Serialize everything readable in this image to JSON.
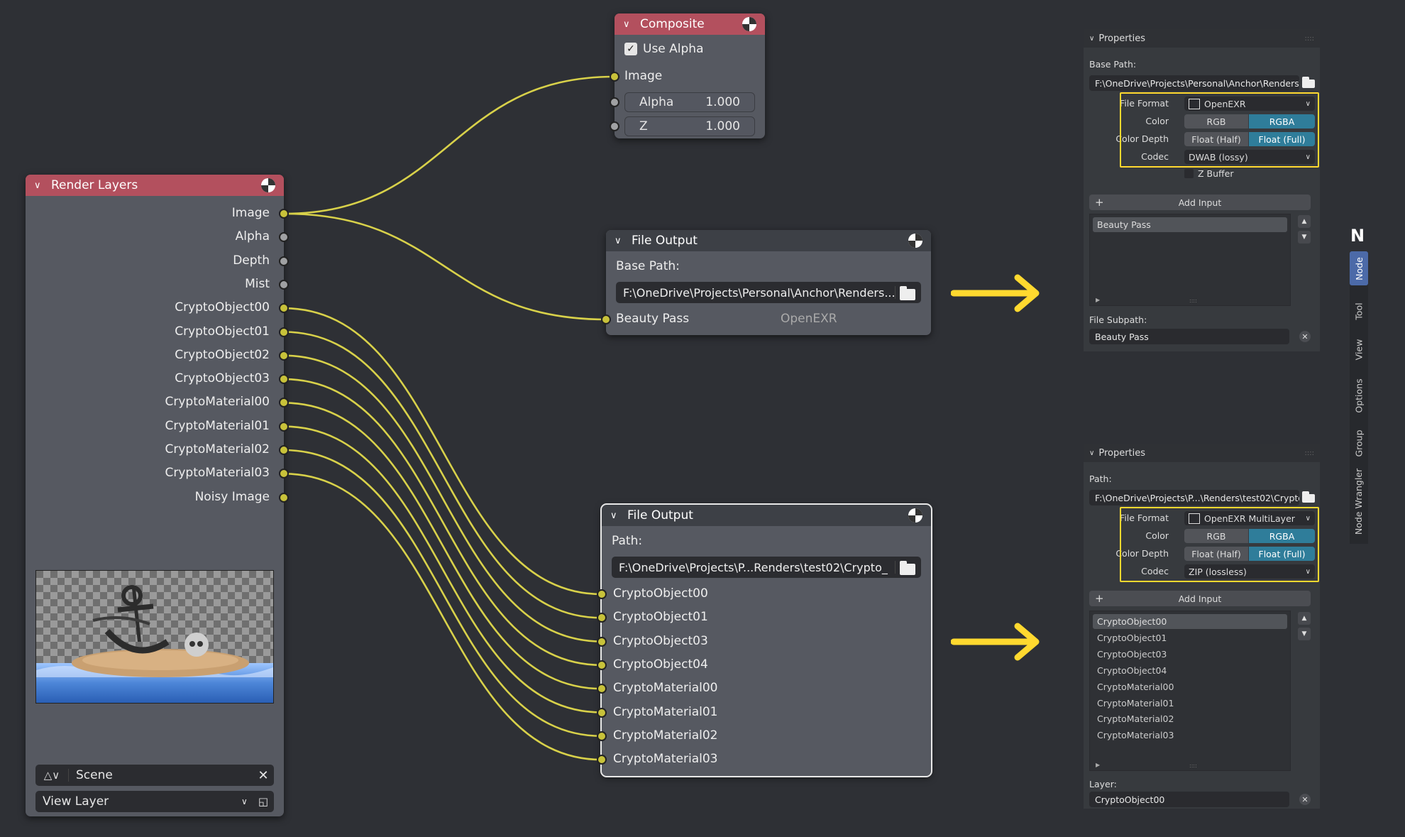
{
  "colors": {
    "node_header_output": "#b3505e",
    "socket_color": "#c8c23a",
    "socket_value": "#a0a1a3",
    "selected_toggle": "#2f7d9a",
    "highlight": "#ffd92f",
    "active_tab": "#4c6aa8",
    "background": "#2e3035"
  },
  "render_layers": {
    "title": "Render Layers",
    "outputs": [
      "Image",
      "Alpha",
      "Depth",
      "Mist",
      "CryptoObject00",
      "CryptoObject01",
      "CryptoObject02",
      "CryptoObject03",
      "CryptoMaterial00",
      "CryptoMaterial01",
      "CryptoMaterial02",
      "CryptoMaterial03",
      "Noisy Image"
    ],
    "scene": "Scene",
    "view_layer": "View Layer"
  },
  "composite": {
    "title": "Composite",
    "use_alpha": "Use Alpha",
    "image": "Image",
    "alpha_label": "Alpha",
    "alpha_value": "1.000",
    "z_label": "Z",
    "z_value": "1.000"
  },
  "file_output_1": {
    "title": "File Output",
    "path_label": "Base Path:",
    "path": "F:\\OneDrive\\Projects\\Personal\\Anchor\\Renders...",
    "input": "Beauty Pass",
    "format": "OpenEXR"
  },
  "file_output_2": {
    "title": "File Output",
    "path_label": "Path:",
    "path": "F:\\OneDrive\\Projects\\P...Renders\\test02\\Crypto_",
    "inputs": [
      "CryptoObject00",
      "CryptoObject01",
      "CryptoObject03",
      "CryptoObject04",
      "CryptoMaterial00",
      "CryptoMaterial01",
      "CryptoMaterial02",
      "CryptoMaterial03"
    ]
  },
  "props1": {
    "title": "Properties",
    "path_label": "Base Path:",
    "path": "F:\\OneDrive\\Projects\\Personal\\Anchor\\Renders\\...",
    "file_format_label": "File Format",
    "file_format": "OpenEXR",
    "color_label": "Color",
    "color_opts": [
      "RGB",
      "RGBA"
    ],
    "depth_label": "Color Depth",
    "depth_opts": [
      "Float (Half)",
      "Float (Full)"
    ],
    "codec_label": "Codec",
    "codec": "DWAB (lossy)",
    "zbuffer": "Z Buffer",
    "add_input": "Add Input",
    "items": [
      "Beauty Pass"
    ],
    "subpath_label": "File Subpath:",
    "subpath": "Beauty Pass"
  },
  "props2": {
    "title": "Properties",
    "path_label": "Path:",
    "path": "F:\\OneDrive\\Projects\\P...\\Renders\\test02\\Crypto_",
    "file_format_label": "File Format",
    "file_format": "OpenEXR MultiLayer",
    "color_label": "Color",
    "color_opts": [
      "RGB",
      "RGBA"
    ],
    "depth_label": "Color Depth",
    "depth_opts": [
      "Float (Half)",
      "Float (Full)"
    ],
    "codec_label": "Codec",
    "codec": "ZIP (lossless)",
    "add_input": "Add Input",
    "items": [
      "CryptoObject00",
      "CryptoObject01",
      "CryptoObject03",
      "CryptoObject04",
      "CryptoMaterial00",
      "CryptoMaterial01",
      "CryptoMaterial02",
      "CryptoMaterial03"
    ],
    "layer_label": "Layer:",
    "layer": "CryptoObject00"
  },
  "sidebar": {
    "n_key": "N",
    "tabs": [
      "Node",
      "Tool",
      "View",
      "Options",
      "Group",
      "Node Wrangler"
    ]
  }
}
